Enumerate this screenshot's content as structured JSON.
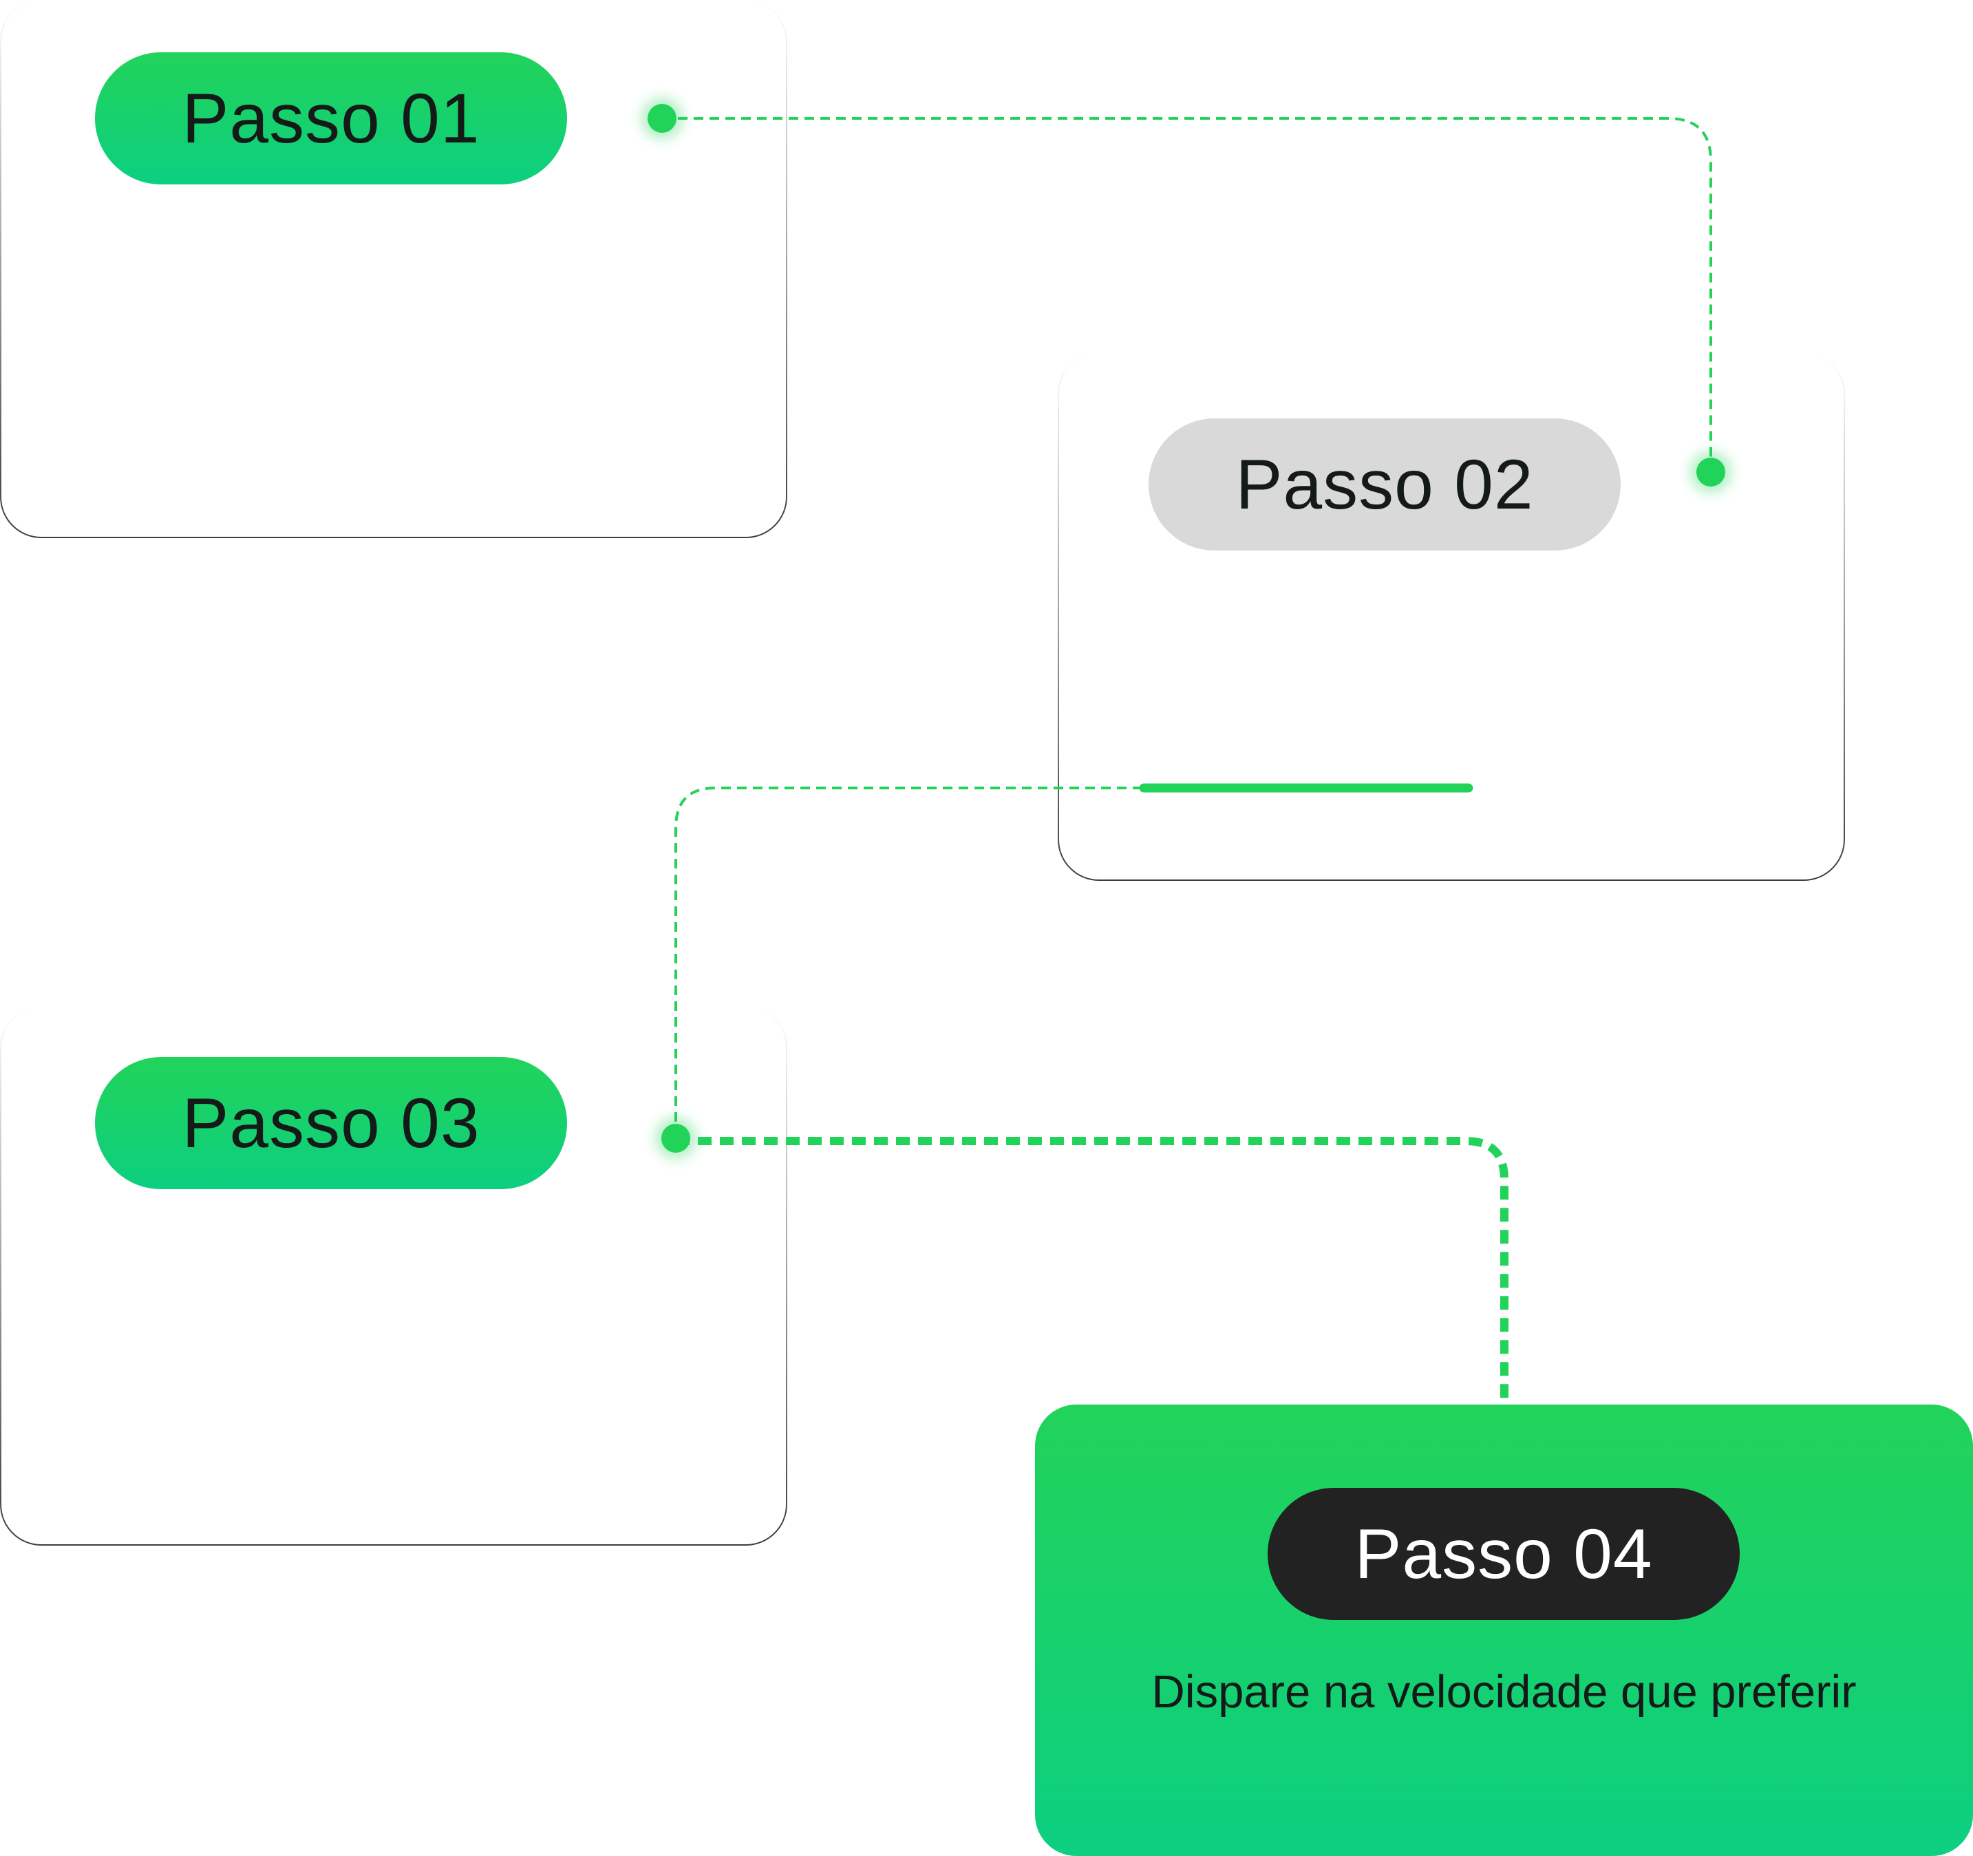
{
  "steps": [
    {
      "label": "Passo 01",
      "state": "done"
    },
    {
      "label": "Passo 02",
      "state": "inactive"
    },
    {
      "label": "Passo 03",
      "state": "done"
    },
    {
      "label": "Passo 04",
      "state": "active",
      "description": "Dispare na velocidade que preferir"
    }
  ],
  "colors": {
    "accent_green": "#22D35A",
    "accent_teal": "#0CCF80",
    "inactive_pill": "#D9D9D9",
    "active_pill": "#222222",
    "text_dark": "#141A18"
  }
}
